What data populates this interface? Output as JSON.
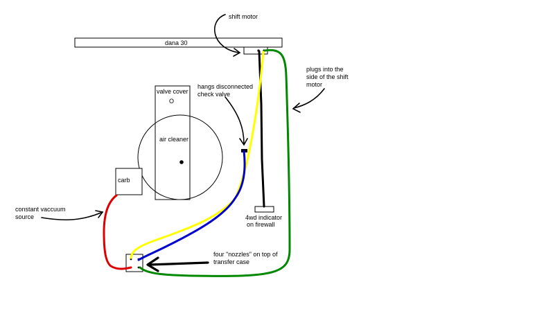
{
  "labels": {
    "dana": "dana 30",
    "shift_motor": "shift motor",
    "plugs_line1": "plugs into the",
    "plugs_line2": "side of the shift",
    "plugs_line3": "motor",
    "valve_cover": "valve cover",
    "valve_cover_o": "O",
    "hangs_line1": "hangs disconnected",
    "hangs_line2": "check valve",
    "air_cleaner": "air cleaner",
    "carb": "carb",
    "vac_line1": "constant vaccuum",
    "vac_line2": "source",
    "indicator_line1": "4wd indicator",
    "indicator_line2": "on firewall",
    "nozzles_line1": "four \"nozzles\" on top of",
    "nozzles_line2": "transfer case"
  },
  "colors": {
    "red_wire": "#dd0000",
    "yellow_wire": "#ffff00",
    "blue_wire": "#0000cc",
    "green_wire": "#008800",
    "black_wire": "#000000"
  }
}
